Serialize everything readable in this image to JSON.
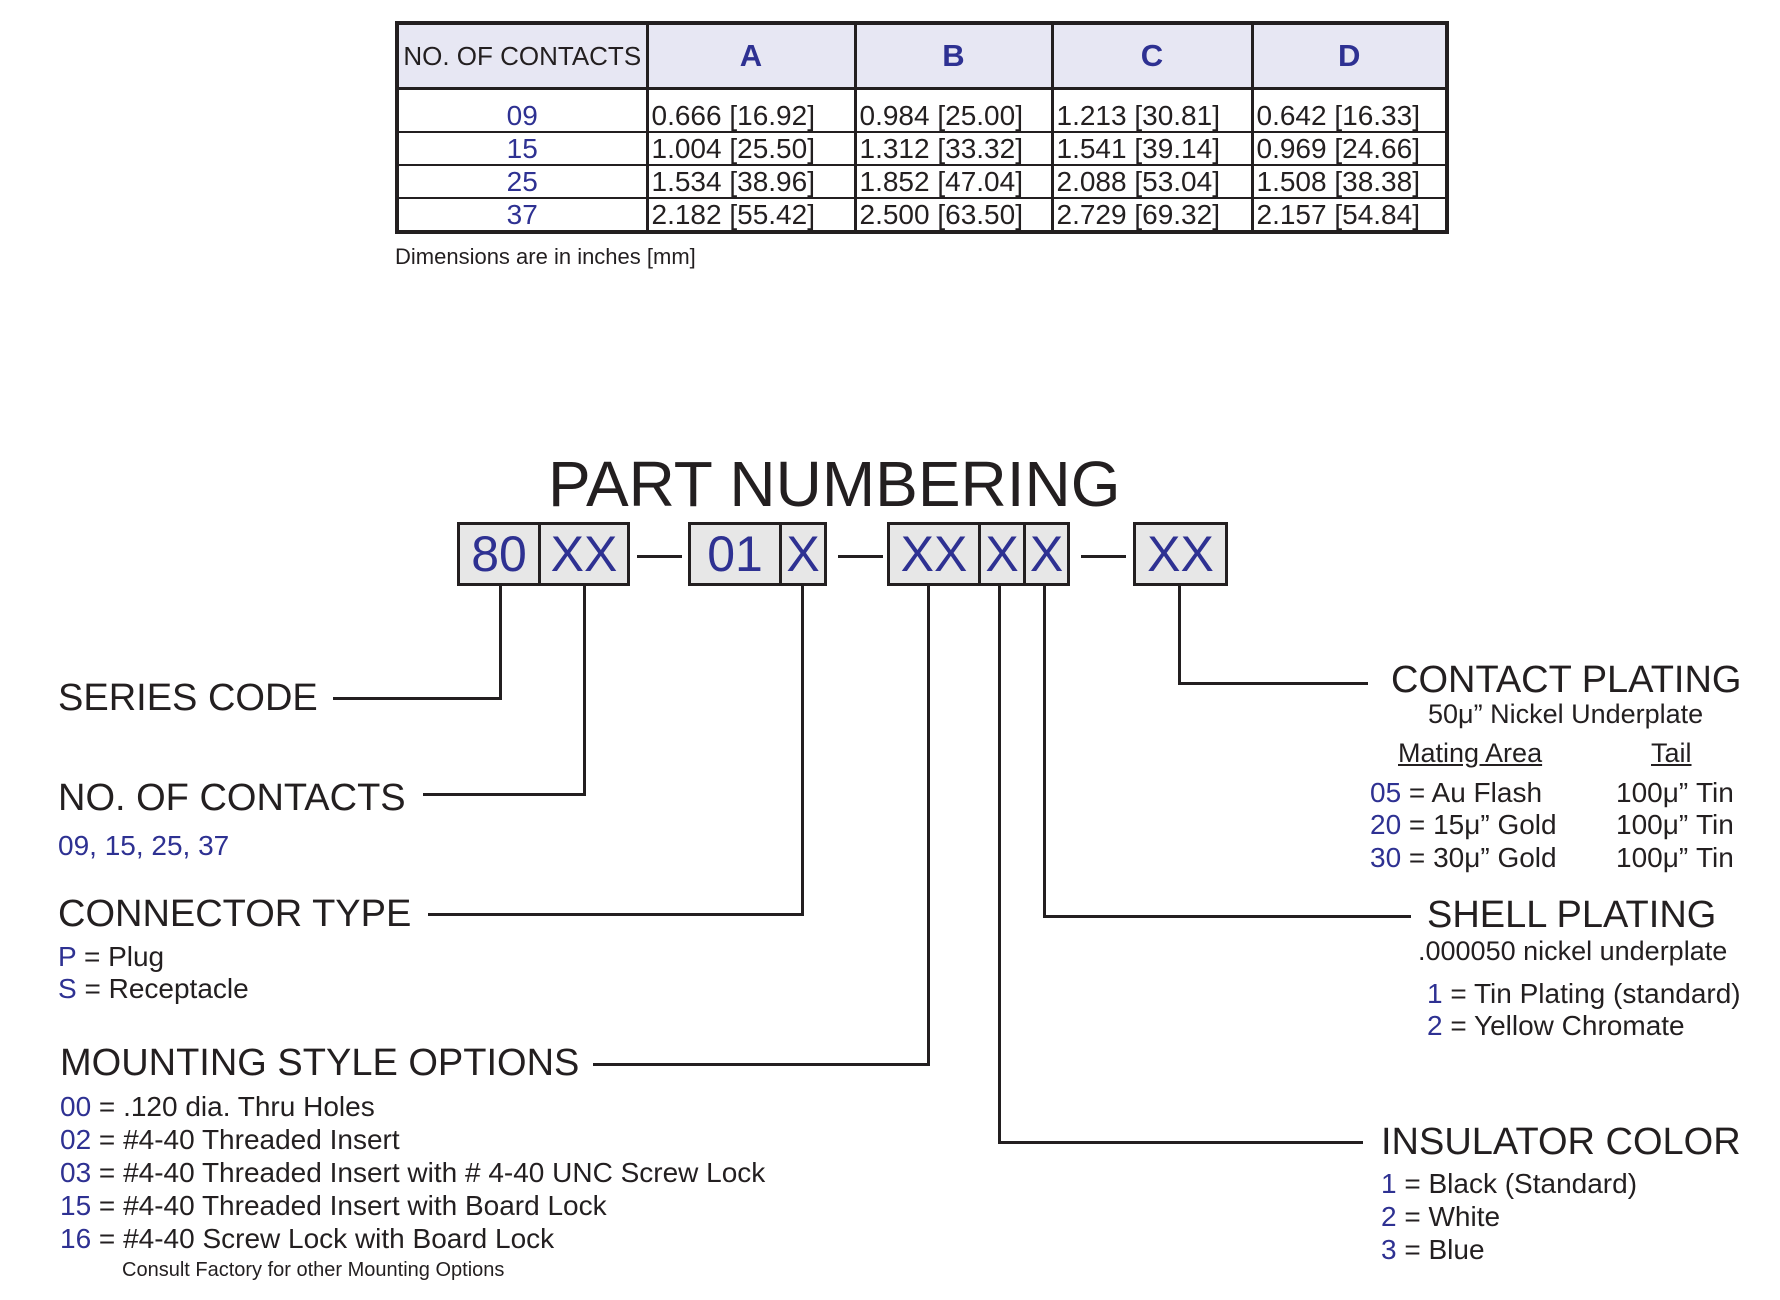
{
  "dimension_table": {
    "headers": [
      "NO. OF CONTACTS",
      "A",
      "B",
      "C",
      "D"
    ],
    "rows": [
      [
        "09",
        "0.666 [16.92]",
        "0.984 [25.00]",
        "1.213 [30.81]",
        "0.642  [16.33]"
      ],
      [
        "15",
        "1.004 [25.50]",
        "1.312 [33.32]",
        "1.541 [39.14]",
        "0.969  [24.66]"
      ],
      [
        "25",
        "1.534 [38.96]",
        "1.852 [47.04]",
        "2.088 [53.04]",
        "1.508  [38.38]"
      ],
      [
        "37",
        "2.182 [55.42]",
        "2.500 [63.50]",
        "2.729 [69.32]",
        "2.157  [54.84]"
      ]
    ],
    "note": "Dimensions are in inches  [mm]"
  },
  "part_numbering": {
    "title": "PART NUMBERING",
    "boxes": [
      "80",
      "XX",
      "01",
      "X",
      "XX",
      "X",
      "X",
      "XX"
    ]
  },
  "series_code": {
    "heading": "SERIES CODE"
  },
  "no_of_contacts": {
    "heading": "NO. OF CONTACTS",
    "values": "09, 15, 25, 37"
  },
  "connector_type": {
    "heading": "CONNECTOR TYPE",
    "options": [
      {
        "code": "P",
        "text": " = Plug"
      },
      {
        "code": "S",
        "text": " = Receptacle"
      }
    ]
  },
  "mounting_style": {
    "heading": "MOUNTING STYLE OPTIONS",
    "options": [
      {
        "code": "00",
        "text": " = .120 dia. Thru Holes"
      },
      {
        "code": "02",
        "text": " =  #4-40 Threaded Insert"
      },
      {
        "code": "03",
        "text": " =  #4-40 Threaded Insert with # 4-40 UNC Screw Lock"
      },
      {
        "code": "15",
        "text": " =  #4-40 Threaded Insert with Board Lock"
      },
      {
        "code": "16",
        "text": " =  #4-40 Screw Lock with Board Lock"
      }
    ],
    "note": "Consult Factory for other Mounting Options"
  },
  "contact_plating": {
    "heading": "CONTACT PLATING",
    "subheading": "50μ” Nickel Underplate",
    "col_mating": "Mating Area",
    "col_tail": "Tail",
    "options": [
      {
        "code": "05",
        "mating": " = Au Flash",
        "tail": "100μ” Tin"
      },
      {
        "code": "20",
        "mating": " = 15μ” Gold",
        "tail": "100μ” Tin"
      },
      {
        "code": "30",
        "mating": " = 30μ” Gold",
        "tail": "100μ” Tin"
      }
    ]
  },
  "shell_plating": {
    "heading": "SHELL PLATING",
    "subheading": ".000050 nickel underplate",
    "options": [
      {
        "code": "1",
        "text": " = Tin Plating (standard)"
      },
      {
        "code": "2",
        "text": " = Yellow Chromate"
      }
    ]
  },
  "insulator_color": {
    "heading": "INSULATOR COLOR",
    "options": [
      {
        "code": "1",
        "text": " = Black (Standard)"
      },
      {
        "code": "2",
        "text": " = White"
      },
      {
        "code": "3",
        "text": " = Blue"
      }
    ]
  },
  "colors": {
    "accent_blue": "#2e3192",
    "text": "#231f20",
    "box_fill": "#e7e7e7",
    "header_fill": "#e7e7f3"
  }
}
